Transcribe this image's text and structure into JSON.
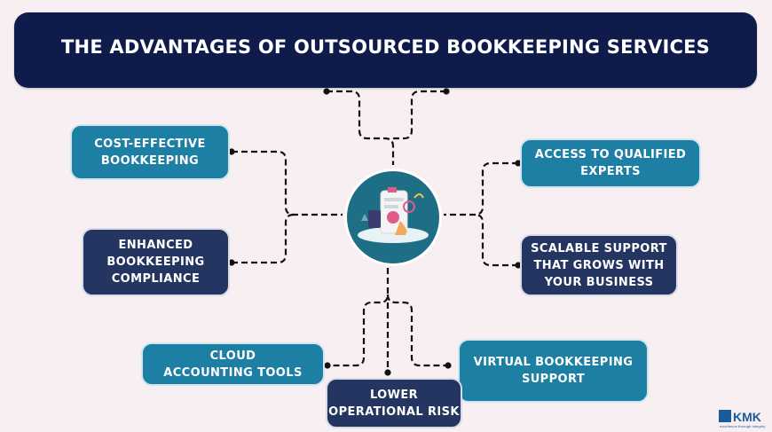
{
  "header": {
    "title": "THE ADVANTAGES OF OUTSOURCED BOOKKEEPING SERVICES"
  },
  "nodes": {
    "cost_effective": {
      "line1": "COST-EFFECTIVE",
      "line2": "BOOKKEEPING"
    },
    "compliance": {
      "line1": "ENHANCED",
      "line2": "BOOKKEEPING",
      "line3": "COMPLIANCE"
    },
    "experts": {
      "line1": "ACCESS TO QUALIFIED",
      "line2": "EXPERTS"
    },
    "scalable": {
      "line1": "SCALABLE SUPPORT",
      "line2": "THAT GROWS WITH",
      "line3": "YOUR BUSINESS"
    },
    "cloud": {
      "line1": "CLOUD",
      "line2": "ACCOUNTING TOOLS"
    },
    "virtual": {
      "line1": "VIRTUAL BOOKKEEPING",
      "line2": "SUPPORT"
    },
    "risk": {
      "line1": "LOWER",
      "line2": "OPERATIONAL RISK"
    }
  },
  "hub": {
    "icon": "bookkeeping-illustration-icon"
  },
  "logo": {
    "mark": "KMK",
    "tagline": "excellence through integrity"
  },
  "colors": {
    "background": "#f7eff1",
    "header": "#0f1b4a",
    "teal_box": "#1d7fa3",
    "navy_box": "#233560",
    "connector": "#111111"
  }
}
